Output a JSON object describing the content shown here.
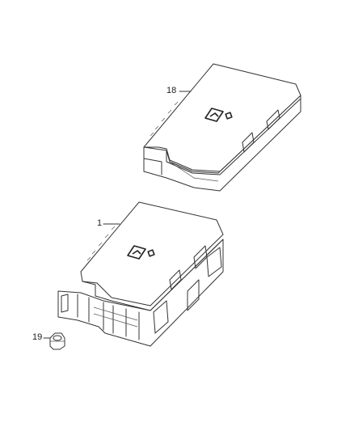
{
  "diagram": {
    "callouts": {
      "cover": "18",
      "module": "1",
      "nut": "19"
    },
    "line_color": "#333333",
    "background": "#ffffff"
  }
}
